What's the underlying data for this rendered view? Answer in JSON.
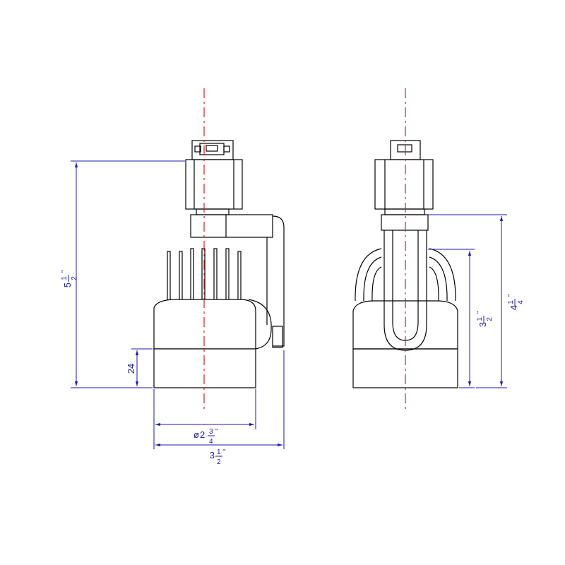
{
  "colors": {
    "outline": "#000000",
    "dimension": "#1a1ab0",
    "centerline": "#d02020"
  },
  "dimensions": {
    "height_left": {
      "whole": "5",
      "num": "1",
      "den": "2",
      "unit": "\""
    },
    "lens_band": {
      "value": "24"
    },
    "front_diameter": {
      "prefix": "ø",
      "whole": "2",
      "num": "3",
      "den": "4",
      "unit": "\""
    },
    "overall_width": {
      "whole": "3",
      "num": "1",
      "den": "2",
      "unit": "\""
    },
    "side_inner": {
      "whole": "3",
      "num": "1",
      "den": "2",
      "unit": "\""
    },
    "side_outer": {
      "whole": "4",
      "num": "1",
      "den": "4",
      "unit": "\""
    }
  }
}
